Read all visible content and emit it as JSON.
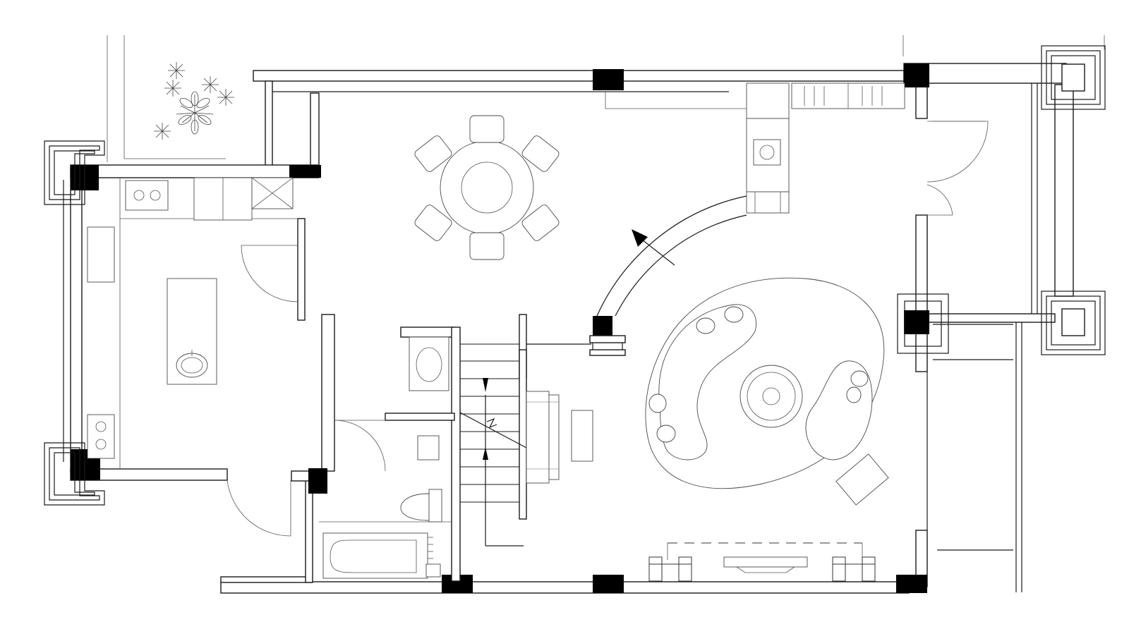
{
  "drawing": {
    "type": "floor-plan",
    "colors": {
      "line": "#1a1a1a",
      "column": "#000000",
      "background": "#ffffff"
    },
    "rooms": [
      "kitchen",
      "dining",
      "stair",
      "bathroom",
      "living",
      "terrace"
    ],
    "icons": [
      "plant-icon",
      "round-dining-table-icon",
      "sofa-icon",
      "tea-table-icon",
      "toilet-icon",
      "bathtub-icon",
      "sink-icon",
      "stove-icon",
      "piano-icon",
      "tv-cabinet-icon"
    ]
  }
}
